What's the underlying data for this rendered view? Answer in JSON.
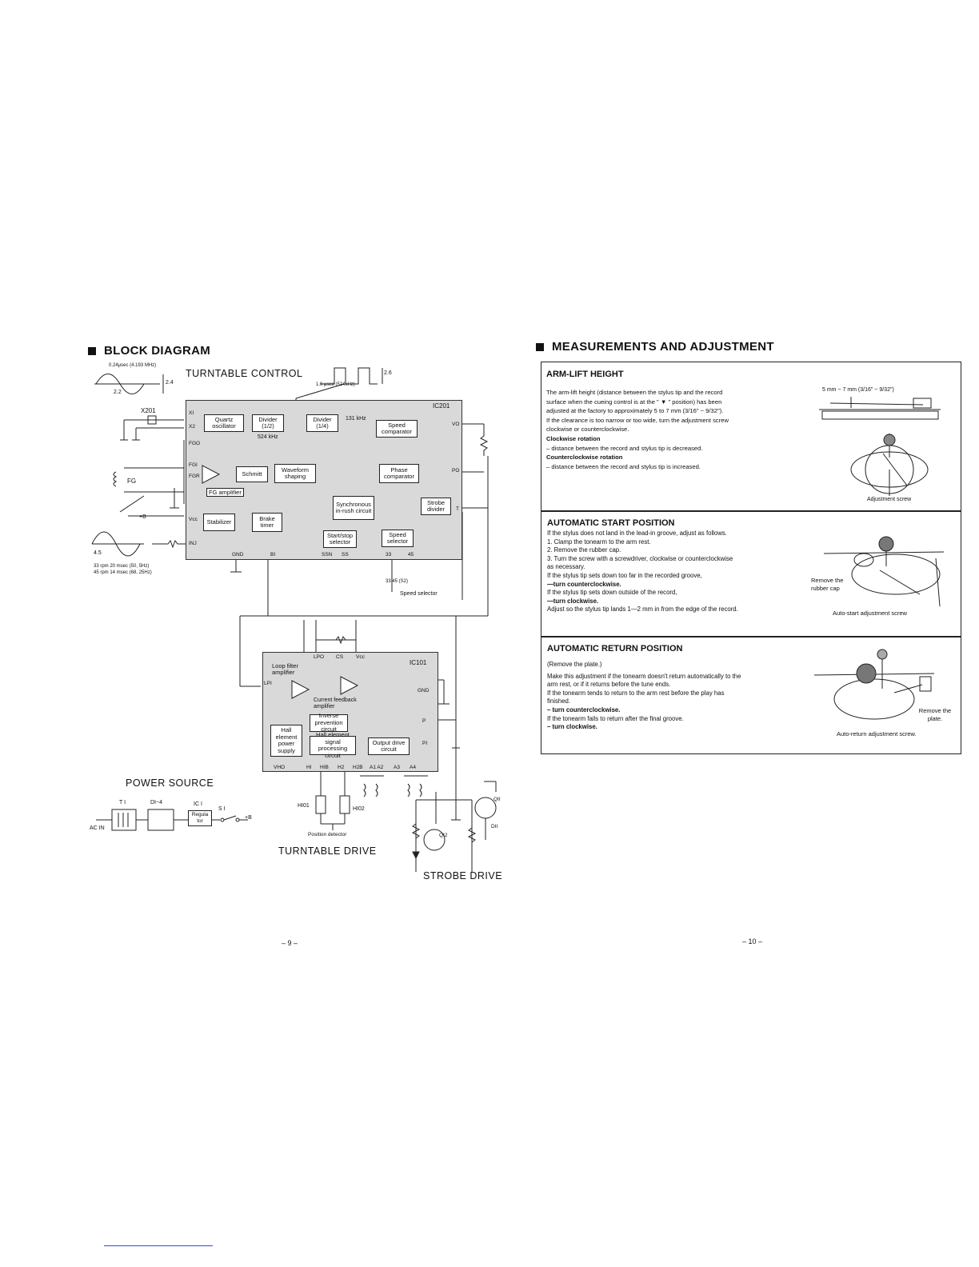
{
  "left": {
    "title": "BLOCK DIAGRAM",
    "turntable_control": "TURNTABLE CONTROL",
    "turntable_drive": "TURNTABLE DRIVE",
    "strobe_drive": "STROBE DRIVE",
    "power_source": "POWER SOURCE",
    "ic201": "IC201",
    "ic101": "IC101",
    "quartz_freq": "0.24μsec (4.193 MHz)",
    "pulse_label": "1.9 μsec (524kHz)",
    "wave_24": "2.4",
    "wave_22": "2.2",
    "wave_26": "2.6",
    "wave_45": "4.5",
    "x201": "X201",
    "fg": "FG",
    "plus_b": "+B",
    "rpm1": "33 rpm   20 msec (50, 5Hz)",
    "rpm2": "45 rpm   14 msec (68, 25Hz)",
    "blocks": {
      "quartz": "Quartz oscillator",
      "div2": "Divider (1/2)",
      "div4": "Divider (1/4)",
      "f524": "524 kHz",
      "f131": "131 kHz",
      "speed_cmp": "Speed comparator",
      "schmitt": "Schmitt",
      "waveform": "Waveform shaping",
      "phase_cmp": "Phase comparator",
      "fg_amp": "FG amplifier",
      "sync": "Synchronous in-rush circuit",
      "strobe_div": "Strobe divider",
      "stabilizer": "Stabilizer",
      "brake": "Brake timer",
      "startstop": "Start/stop selector",
      "speed_sel": "Speed selector",
      "loop_filter": "Loop filter amplifier",
      "current_fb": "Current feedback amplifier",
      "inverse": "Inverse prevention circuit",
      "hall_power": "Hall element power supply",
      "hall_signal": "Hall element signal processing circuit",
      "output_drive": "Output drive circuit"
    },
    "pins": {
      "xi": "XI",
      "x2": "X2",
      "fgo": "FGO",
      "fgi": "FGI",
      "fgr": "FGR",
      "vcc": "Vcc",
      "inj": "INJ",
      "gnd": "GND",
      "bi": "BI",
      "ssn": "SSN",
      "ss": "SS",
      "n33": "33",
      "n45": "45",
      "vo": "VO",
      "po": "PO",
      "t": "T",
      "lpo": "LPO",
      "cs": "CS",
      "vcc2": "Vcc",
      "lpi": "LPI",
      "gnd2": "GND",
      "p": "P",
      "pi": "PI",
      "vho": "VHO",
      "h1": "HI",
      "h1b": "HIB",
      "h2": "H2",
      "h2b": "H2B",
      "a1a2": "A1 A2",
      "a3": "A3",
      "a4": "A4"
    },
    "speed_selector": "Speed selector",
    "s2": "33  45  (S2)",
    "position_detector": "Position detector",
    "h101": "HI01",
    "h102": "HI02",
    "q11": "QII",
    "q12": "QI2",
    "d11": "DII",
    "power": {
      "t1": "T I",
      "d1_4": "DI~4",
      "ic1": "IC I",
      "s1": "S I",
      "regulator": "Regula tor",
      "ac_in": "AC IN",
      "plus_b": "+B"
    },
    "page_number": "– 9 –"
  },
  "right": {
    "title": "MEASUREMENTS AND ADJUSTMENT",
    "arm_lift": {
      "heading": "ARM-LIFT HEIGHT",
      "lines": [
        "The arm-lift height (distance between the stylus tip and the record",
        "surface when the cueing control is at the \" ▼ \" position) has been",
        "adjusted at the factory to approximately 5 to 7 mm (3/16\" ~ 9/32\").",
        "If the clearance is too narrow or too wide, turn the adjustment screw",
        "clockwise or counterclockwise."
      ],
      "cw_head": "Clockwise rotation",
      "cw_text": "– distance between the record and stylus tip is decreased.",
      "ccw_head": "Counterclockwise rotation",
      "ccw_text": "– distance between the record and stylus tip is increased.",
      "dim": "5 mm ~ 7 mm (3/16\" ~ 9/32\")",
      "screw": "Adjustment screw"
    },
    "auto_start": {
      "heading": "AUTOMATIC START POSITION",
      "lines": [
        "If the stylus does not land in the lead-in groove, adjust as follows.",
        "1.  Clamp the tonearm to the arm rest.",
        "2.  Remove the rubber cap.",
        "3.  Turn the screw with a screwdriver, clockwise or counterclockwise",
        "     as necessary.",
        "If the stylus tip sets down too far in the recorded groove,"
      ],
      "ccw": "—turn counterclockwise.",
      "line2": "If the stylus tip sets down outside of the record,",
      "cw": "—turn clockwise.",
      "line3": "Adjust so the stylus tip lands 1—2 mm in from the edge of the record.",
      "remove_cap": "Remove the rubber cap",
      "screw": "Auto-start adjustment screw"
    },
    "auto_return": {
      "heading": "AUTOMATIC RETURN POSITION",
      "note": "(Remove the plate.)",
      "lines": [
        "Make this adjustment if the tonearm doesn't return automatically to the",
        "arm rest, or if it returns before the tune ends.",
        "If the tonearm tends to return to the arm rest before the play has",
        "finished."
      ],
      "ccw": "– turn counterclockwise.",
      "line2": "If the tonearm fails to return after the final groove.",
      "cw": "– turn clockwise.",
      "remove_plate": "Remove the plate.",
      "screw": "Auto-return adjustment screw."
    },
    "page_number": "– 10 –"
  }
}
